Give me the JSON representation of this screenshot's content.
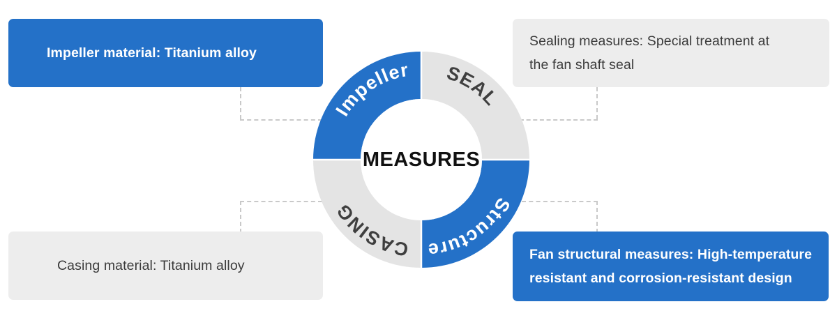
{
  "diagram": {
    "center_label": "MEASURES",
    "colors": {
      "accent_blue": "#2471c8",
      "light_gray": "#ededed",
      "ring_gray": "#e4e4e4",
      "dash_gray": "#c9c9c9",
      "dark_text": "#3b3b3b"
    },
    "segments": [
      {
        "id": "impeller",
        "ring_label": "Impeller",
        "fill": "#2471c8",
        "label_color": "#ffffff"
      },
      {
        "id": "seal",
        "ring_label": "SEAL",
        "fill": "#e4e4e4",
        "label_color": "#3f3f3f"
      },
      {
        "id": "structure",
        "ring_label": "Structure",
        "fill": "#2471c8",
        "label_color": "#ffffff"
      },
      {
        "id": "casing",
        "ring_label": "CASING",
        "fill": "#e4e4e4",
        "label_color": "#3f3f3f"
      }
    ],
    "callouts": [
      {
        "id": "impeller",
        "style": "blue",
        "lines": [
          "Impeller material: Titanium alloy"
        ]
      },
      {
        "id": "seal",
        "style": "gray",
        "lines": [
          "Sealing measures: Special treatment at",
          "the fan shaft seal"
        ]
      },
      {
        "id": "casing",
        "style": "gray",
        "lines": [
          "Casing material: Titanium alloy"
        ]
      },
      {
        "id": "structure",
        "style": "blue",
        "lines": [
          "Fan structural measures: High-temperature",
          "resistant and corrosion-resistant design"
        ]
      }
    ]
  }
}
